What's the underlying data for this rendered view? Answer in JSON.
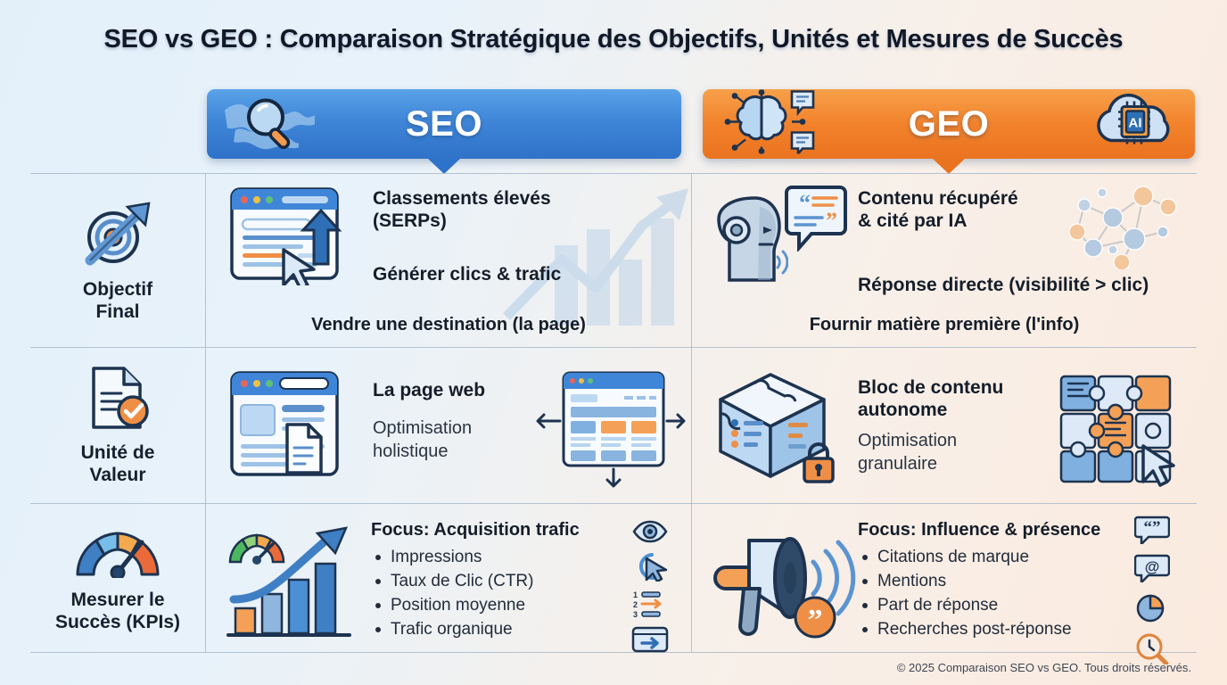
{
  "title": "SEO vs GEO : Comparaison Stratégique des Objectifs, Unités et Mesures de Succès",
  "columns": {
    "seo": {
      "label": "SEO",
      "accent": "#2f72c9",
      "icon_left": "world-magnifier-icon"
    },
    "geo": {
      "label": "GEO",
      "accent": "#ea7320",
      "icon_left": "brain-network-icon",
      "icon_right": "ai-cloud-chip-icon"
    }
  },
  "rows": [
    {
      "label_line1": "Objectif",
      "label_line2": "Final",
      "label_icon": "target-arrow-icon",
      "seo": {
        "icon": "browser-ranking-cursor-icon",
        "bg_icon": "growth-chart-arrow-icon",
        "head_a": "Classements élevés",
        "head_a2": "(SERPs)",
        "head_b": "Générer clics & trafic",
        "footer": "Vendre une destination (la page)"
      },
      "geo": {
        "icon": "robot-speaking-icon",
        "icon2": "quote-bubble-icon",
        "bg_icon": "knowledge-graph-icon",
        "head_a": "Contenu récupéré",
        "head_a2": "& cité par IA",
        "head_b": "Réponse directe (visibilité > clic)",
        "footer": "Fournir matière première (l'info)"
      }
    },
    {
      "label_line1": "Unité de",
      "label_line2": "Valeur",
      "label_icon": "document-check-icon",
      "seo": {
        "icon": "webpage-document-icon",
        "icon2": "page-sections-arrows-icon",
        "head_a": "La page web",
        "sub_line1": "Optimisation",
        "sub_line2": "holistique"
      },
      "geo": {
        "icon": "puzzle-cube-lock-icon",
        "icon2": "puzzle-grid-cursor-icon",
        "head_a1": "Bloc de contenu",
        "head_a2": "autonome",
        "sub_line1": "Optimisation",
        "sub_line2": "granulaire"
      }
    },
    {
      "label_line1": "Mesurer le",
      "label_line2": "Succès (KPIs)",
      "label_icon": "gauge-icon",
      "seo": {
        "icon": "bar-chart-growth-gauge-icon",
        "focus": "Focus: Acquisition trafic",
        "bullets": [
          "Impressions",
          "Taux de Clic (CTR)",
          "Position moyenne",
          "Trafic organique"
        ],
        "side_icons": [
          "eye-icon",
          "click-target-icon",
          "ranking-list-icon",
          "traffic-arrow-icon"
        ]
      },
      "geo": {
        "icon": "megaphone-quote-icon",
        "focus": "Focus: Influence & présence",
        "bullets": [
          "Citations de marque",
          "Mentions",
          "Part de réponse",
          "Recherches post-réponse"
        ],
        "side_icons": [
          "quote-bubble-icon",
          "at-mention-icon",
          "pie-share-icon",
          "search-clock-icon"
        ]
      }
    }
  ],
  "copyright": "© 2025 Comparaison SEO vs GEO. Tous droits réservés."
}
